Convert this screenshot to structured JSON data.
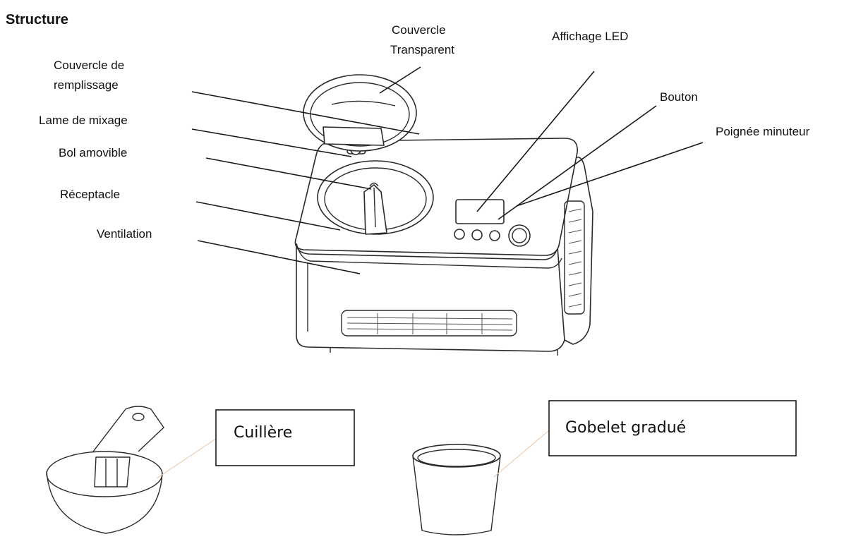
{
  "title": "Structure",
  "labels": {
    "couvercle_transparent_1": "Couvercle",
    "couvercle_transparent_2": "Transparent",
    "affichage_led": "Affichage LED",
    "couvercle_remplissage_1": "Couvercle de",
    "couvercle_remplissage_2": "remplissage",
    "lame_mixage": "Lame de mixage",
    "bol_amovible": "Bol amovible",
    "receptacle": "Réceptacle",
    "ventilation": "Ventilation",
    "bouton": "Bouton",
    "poignee_minuteur": "Poignée minuteur"
  },
  "accessories": {
    "cuillere": "Cuillère",
    "gobelet": "Gobelet gradué"
  }
}
